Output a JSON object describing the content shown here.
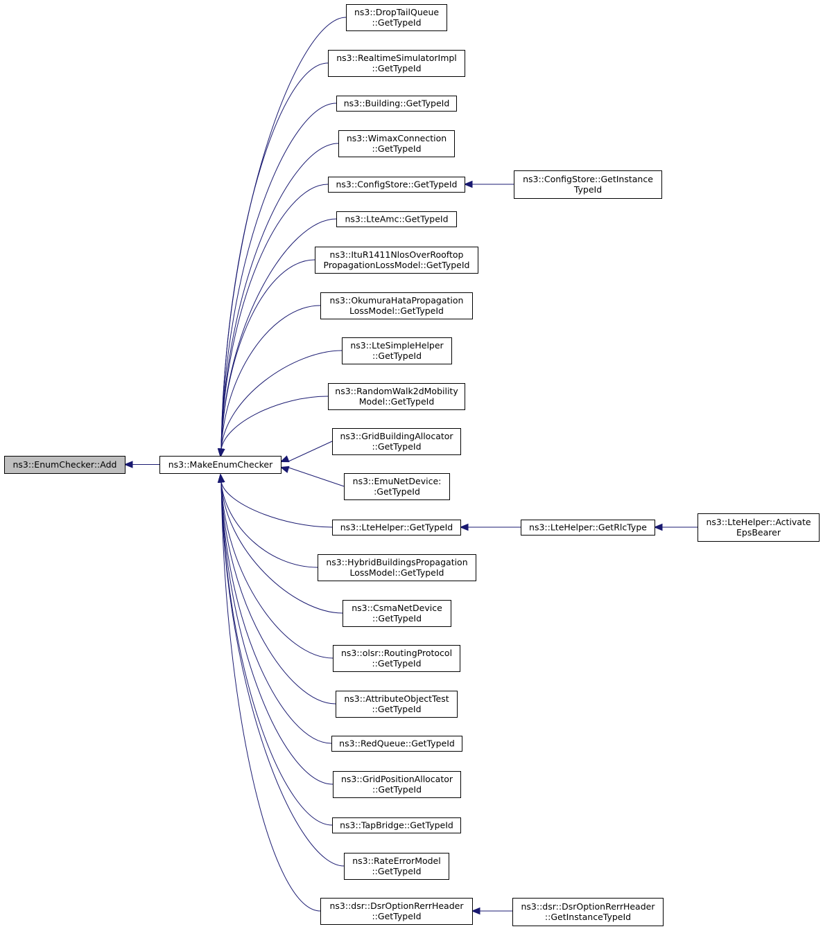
{
  "diagram": {
    "colors": {
      "edge": "#191970",
      "node_border": "#000000",
      "node_fill": "#ffffff",
      "root_fill": "#bfbfbf"
    },
    "nodes": [
      {
        "id": "add",
        "lines": [
          "ns3::EnumChecker::Add"
        ],
        "root": true
      },
      {
        "id": "make",
        "lines": [
          "ns3::MakeEnumChecker"
        ]
      },
      {
        "id": "droptail",
        "lines": [
          "ns3::DropTailQueue",
          "::GetTypeId"
        ]
      },
      {
        "id": "realtime",
        "lines": [
          "ns3::RealtimeSimulatorImpl",
          "::GetTypeId"
        ]
      },
      {
        "id": "building",
        "lines": [
          "ns3::Building::GetTypeId"
        ]
      },
      {
        "id": "wimax",
        "lines": [
          "ns3::WimaxConnection",
          "::GetTypeId"
        ]
      },
      {
        "id": "configstore",
        "lines": [
          "ns3::ConfigStore::GetTypeId"
        ]
      },
      {
        "id": "configinst",
        "lines": [
          "ns3::ConfigStore::GetInstance",
          "TypeId"
        ]
      },
      {
        "id": "lteamc",
        "lines": [
          "ns3::LteAmc::GetTypeId"
        ]
      },
      {
        "id": "itur",
        "lines": [
          "ns3::ItuR1411NlosOverRooftop",
          "PropagationLossModel::GetTypeId"
        ]
      },
      {
        "id": "okumura",
        "lines": [
          "ns3::OkumuraHataPropagation",
          "LossModel::GetTypeId"
        ]
      },
      {
        "id": "ltesimple",
        "lines": [
          "ns3::LteSimpleHelper",
          "::GetTypeId"
        ]
      },
      {
        "id": "randomwalk",
        "lines": [
          "ns3::RandomWalk2dMobility",
          "Model::GetTypeId"
        ]
      },
      {
        "id": "gridbuilding",
        "lines": [
          "ns3::GridBuildingAllocator",
          "::GetTypeId"
        ]
      },
      {
        "id": "emunet",
        "lines": [
          "ns3::EmuNetDevice:",
          ":GetTypeId"
        ]
      },
      {
        "id": "ltehelper",
        "lines": [
          "ns3::LteHelper::GetTypeId"
        ]
      },
      {
        "id": "rlctype",
        "lines": [
          "ns3::LteHelper::GetRlcType"
        ]
      },
      {
        "id": "activate",
        "lines": [
          "ns3::LteHelper::Activate",
          "EpsBearer"
        ]
      },
      {
        "id": "hybrid",
        "lines": [
          "ns3::HybridBuildingsPropagation",
          "LossModel::GetTypeId"
        ]
      },
      {
        "id": "csma",
        "lines": [
          "ns3::CsmaNetDevice",
          "::GetTypeId"
        ]
      },
      {
        "id": "olsr",
        "lines": [
          "ns3::olsr::RoutingProtocol",
          "::GetTypeId"
        ]
      },
      {
        "id": "attrtest",
        "lines": [
          "ns3::AttributeObjectTest",
          "::GetTypeId"
        ]
      },
      {
        "id": "redqueue",
        "lines": [
          "ns3::RedQueue::GetTypeId"
        ]
      },
      {
        "id": "gridpos",
        "lines": [
          "ns3::GridPositionAllocator",
          "::GetTypeId"
        ]
      },
      {
        "id": "tapbridge",
        "lines": [
          "ns3::TapBridge::GetTypeId"
        ]
      },
      {
        "id": "rateerror",
        "lines": [
          "ns3::RateErrorModel",
          "::GetTypeId"
        ]
      },
      {
        "id": "dsr",
        "lines": [
          "ns3::dsr::DsrOptionRerrHeader",
          "::GetTypeId"
        ]
      },
      {
        "id": "dsrinst",
        "lines": [
          "ns3::dsr::DsrOptionRerrHeader",
          "::GetInstanceTypeId"
        ]
      }
    ],
    "edges": [
      {
        "from": "make",
        "to": "add"
      },
      {
        "from": "droptail",
        "to": "make"
      },
      {
        "from": "realtime",
        "to": "make"
      },
      {
        "from": "building",
        "to": "make"
      },
      {
        "from": "wimax",
        "to": "make"
      },
      {
        "from": "configstore",
        "to": "make"
      },
      {
        "from": "lteamc",
        "to": "make"
      },
      {
        "from": "itur",
        "to": "make"
      },
      {
        "from": "okumura",
        "to": "make"
      },
      {
        "from": "ltesimple",
        "to": "make"
      },
      {
        "from": "randomwalk",
        "to": "make"
      },
      {
        "from": "gridbuilding",
        "to": "make"
      },
      {
        "from": "emunet",
        "to": "make"
      },
      {
        "from": "ltehelper",
        "to": "make"
      },
      {
        "from": "hybrid",
        "to": "make"
      },
      {
        "from": "csma",
        "to": "make"
      },
      {
        "from": "olsr",
        "to": "make"
      },
      {
        "from": "attrtest",
        "to": "make"
      },
      {
        "from": "redqueue",
        "to": "make"
      },
      {
        "from": "gridpos",
        "to": "make"
      },
      {
        "from": "tapbridge",
        "to": "make"
      },
      {
        "from": "rateerror",
        "to": "make"
      },
      {
        "from": "dsr",
        "to": "make"
      },
      {
        "from": "configinst",
        "to": "configstore"
      },
      {
        "from": "rlctype",
        "to": "ltehelper"
      },
      {
        "from": "activate",
        "to": "rlctype"
      },
      {
        "from": "dsrinst",
        "to": "dsr"
      }
    ]
  }
}
